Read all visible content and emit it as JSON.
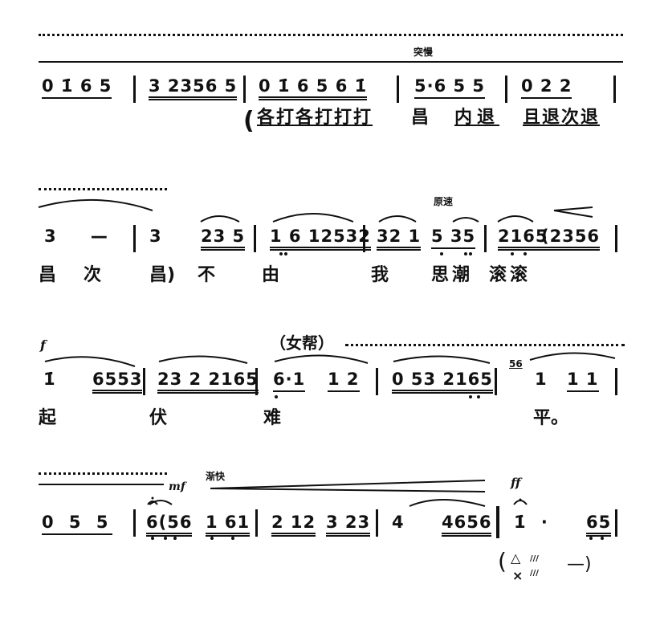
{
  "row1": {
    "tempo": "突慢",
    "bars": [
      "0 1̇ 6 5",
      "3 2356 5",
      "0 1̇ 6 5 6 1̇",
      "5·6 5 5",
      "0  2  2"
    ],
    "lyrics": [
      "(",
      "各打各打打打",
      "昌",
      "内退",
      "且退次退"
    ]
  },
  "row2": {
    "tempo": "原速",
    "bars": [
      "3  —",
      "3",
      "23 5",
      "1 6 12532",
      "32 1",
      "5  35",
      "2165",
      "(2356"
    ],
    "lyrics": [
      "昌",
      "次",
      "昌)",
      "不",
      "由",
      "我",
      "思潮",
      "滚滚"
    ]
  },
  "row3": {
    "dynamic": "f",
    "section": "（女帮）",
    "grace": "56",
    "bars": [
      "1̇",
      "6553",
      "23 2 2165",
      "6·1",
      "1 2",
      "0 53  2165",
      "1",
      "1 1"
    ],
    "lyrics": [
      "起",
      "伏",
      "难",
      "平。"
    ]
  },
  "row4": {
    "dynamic_mf": "mf",
    "tempo": "渐快",
    "dynamic_ff": "ff",
    "bars": [
      "0  5  5",
      "6(56",
      "1 61",
      "2 12",
      "3 23",
      "4",
      "4656",
      "1̇ ·",
      "65"
    ],
    "percussion": [
      "(",
      "△",
      "×",
      "—)"
    ]
  }
}
